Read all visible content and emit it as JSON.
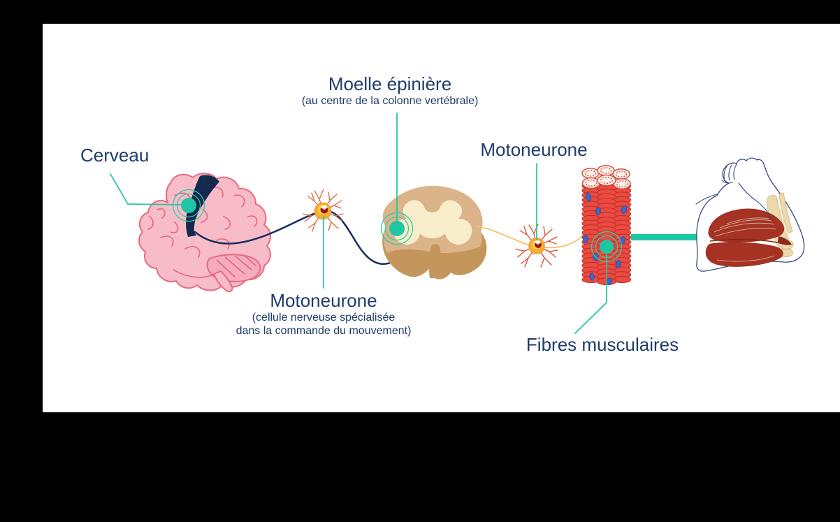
{
  "page": {
    "background": "#000000",
    "panel_background": "#ffffff"
  },
  "colors": {
    "accent_teal": "#1dc7a3",
    "label_navy": "#1e3c69",
    "nerve_navy": "#16305e",
    "brain_pink": "#f8bcc8",
    "muscle_red": "#ea4a3f"
  },
  "labels": {
    "spinal_cord": {
      "title": "Moelle épinière",
      "subtitle": "(au centre de la colonne vertébrale)"
    },
    "brain": {
      "title": "Cerveau"
    },
    "motoneuron_brain": {
      "title": "Motoneurone",
      "subtitle_line1": "(cellule nerveuse spécialisée",
      "subtitle_line2": "dans la commande du mouvement)"
    },
    "motoneuron_spinal": {
      "title": "Motoneurone"
    },
    "muscle_fibers": {
      "title": "Fibres musculaires"
    }
  },
  "icons": {
    "brain": "brain-illustration",
    "motor_neuron": "motor-neuron-icon",
    "spinal_cord": "spinal-cord-cross-section-illustration",
    "muscle": "muscle-fiber-bundle-illustration",
    "arm": "flexed-arm-muscle-illustration",
    "hotspot": "hotspot-dot-icon",
    "connector": "equals-connector-bar"
  }
}
